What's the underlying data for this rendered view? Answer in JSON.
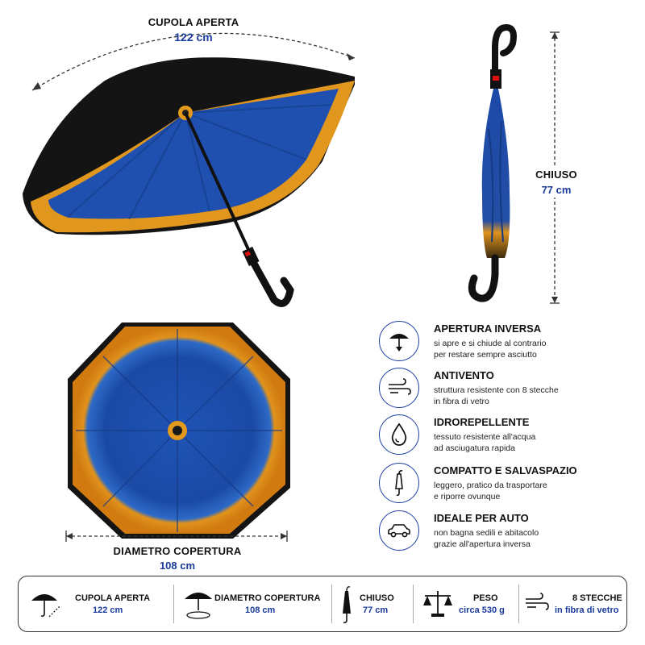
{
  "top_open": {
    "title": "CUPOLA APERTA",
    "value": "122 cm"
  },
  "closed": {
    "title": "CHIUSO",
    "value": "77 cm"
  },
  "diameter": {
    "title": "DIAMETRO COPERTURA",
    "value": "108 cm"
  },
  "features": [
    {
      "icon": "inverted-umbrella-icon",
      "title": "APERTURA INVERSA",
      "desc1": "si apre e si chiude al contrario",
      "desc2": "per restare sempre asciutto"
    },
    {
      "icon": "wind-icon",
      "title": "ANTIVENTO",
      "desc1": "struttura resistente con 8 stecche",
      "desc2": "in fibra di vetro"
    },
    {
      "icon": "water-drop-icon",
      "title": "IDROREPELLENTE",
      "desc1": "tessuto resistente all'acqua",
      "desc2": "ad asciugatura rapida"
    },
    {
      "icon": "closed-umbrella-icon",
      "title": "COMPATTO E SALVASPAZIO",
      "desc1": "leggero, pratico da trasportare",
      "desc2": "e riporre ovunque"
    },
    {
      "icon": "car-icon",
      "title": "IDEALE PER AUTO",
      "desc1": "non bagna sedili e abitacolo",
      "desc2": "grazie all'apertura inversa"
    }
  ],
  "specs": [
    {
      "icon": "open-umbrella-icon",
      "title": "CUPOLA APERTA",
      "value": "122 cm"
    },
    {
      "icon": "diameter-umbrella-icon",
      "title": "DIAMETRO COPERTURA",
      "value": "108 cm"
    },
    {
      "icon": "closed-umbrella-icon",
      "title": "CHIUSO",
      "value": "77 cm"
    },
    {
      "icon": "scale-icon",
      "title": "PESO",
      "value": "circa 530 g"
    },
    {
      "icon": "wind-icon",
      "title": "8 STECCHE",
      "value": "in fibra di vetro"
    }
  ],
  "colors": {
    "accent": "#1a3a9a",
    "canopy_blue": "#1f4fae",
    "canopy_orange": "#e39a1c",
    "canopy_black": "#121212"
  }
}
